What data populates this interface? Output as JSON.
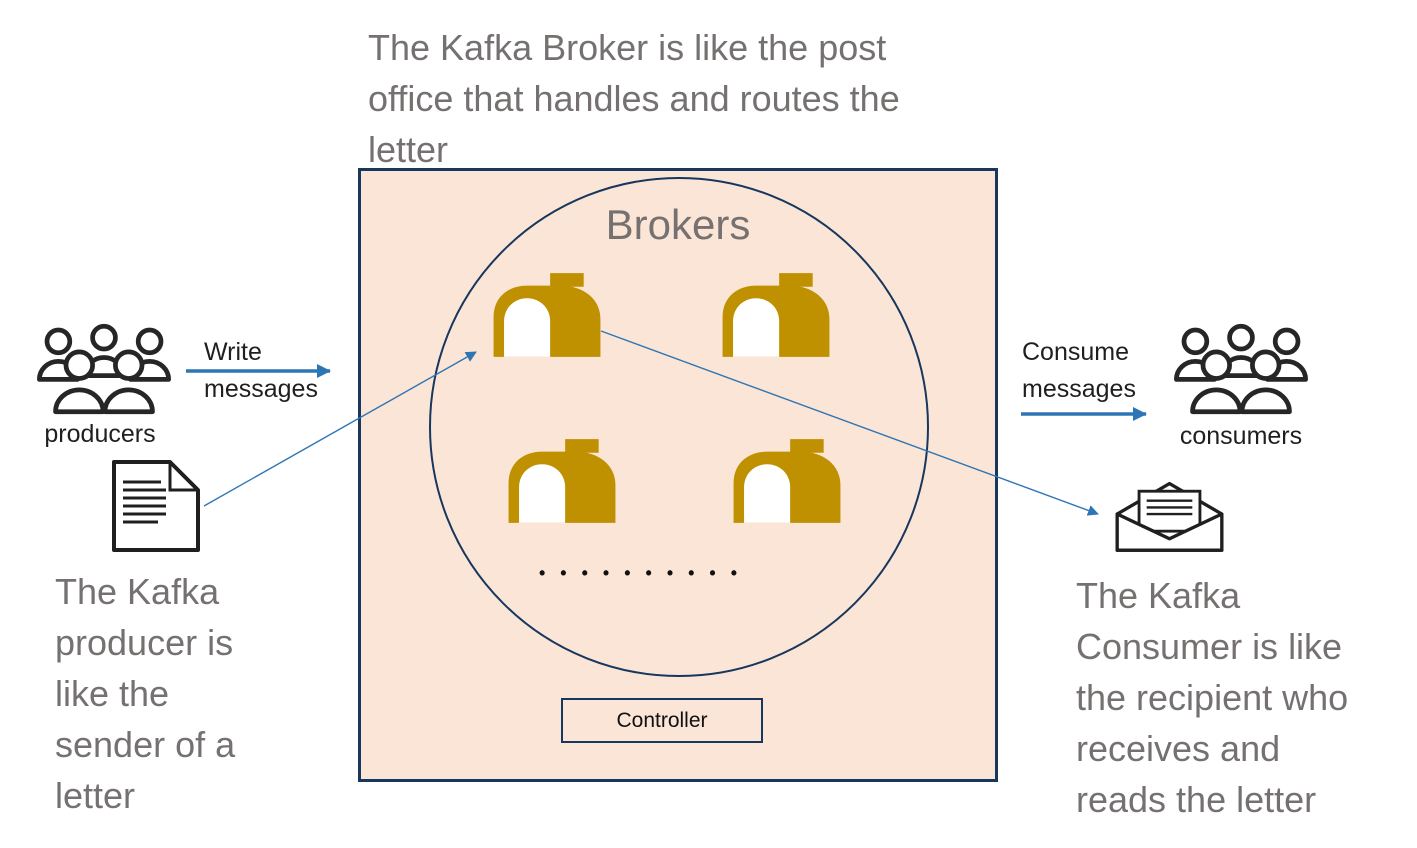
{
  "colors": {
    "broker_box_fill": "#FBE5D6",
    "outline_navy": "#17375E",
    "mailbox_gold": "#BF9000",
    "arrow_blue": "#2E75B6",
    "caption_gray": "#767171"
  },
  "top_caption": "The Kafka Broker is like the post\noffice that handles and routes the\nletter",
  "broker": {
    "title": "Brokers",
    "dots": "• • • • • • • • • •",
    "controller_label": "Controller"
  },
  "producers": {
    "label": "producers",
    "arrow_label": "Write\nmessages",
    "caption": "The Kafka\nproducer is\nlike the\nsender of a\nletter"
  },
  "consumers": {
    "label": "consumers",
    "arrow_label": "Consume\nmessages",
    "caption": "The Kafka\nConsumer is like\nthe recipient who\nreceives and\nreads the letter"
  }
}
